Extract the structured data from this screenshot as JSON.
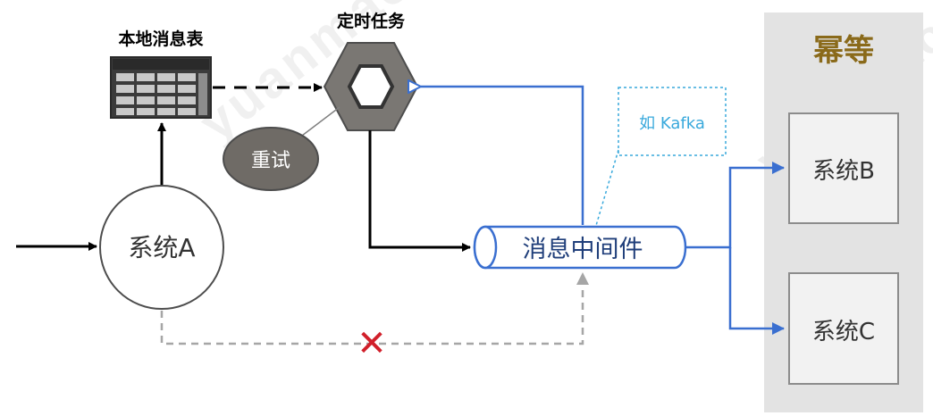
{
  "watermark": "yuanmao",
  "nodes": {
    "local_table": {
      "label": "本地消息表"
    },
    "scheduled_task": {
      "label": "定时任务"
    },
    "retry": {
      "label": "重试"
    },
    "system_a": {
      "label": "系统A"
    },
    "middleware": {
      "label": "消息中间件"
    },
    "kafka_note": {
      "label": "如 Kafka"
    },
    "idempotent_group": {
      "label": "幂等"
    },
    "system_b": {
      "label": "系统B"
    },
    "system_c": {
      "label": "系统C"
    }
  },
  "colors": {
    "blue": "#3a6fd0",
    "dark_gray": "#4d4d4d",
    "retry_fill": "#6f6b66",
    "idempotent_bg": "#e3e3e3",
    "idempotent_text": "#8a6a1a",
    "note_blue": "#39a9dc",
    "cross_red": "#d11f2a",
    "dashed_gray": "#a6a6a6"
  },
  "marks": {
    "failed_path": "✕"
  }
}
